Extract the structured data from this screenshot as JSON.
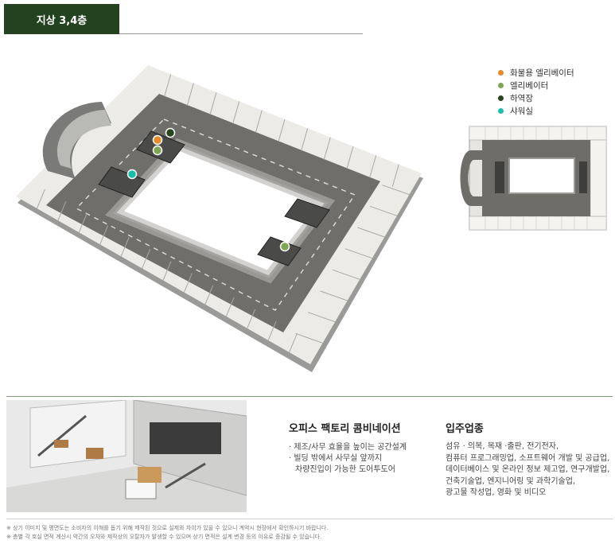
{
  "header": {
    "title": "지상 3,4층"
  },
  "legend": [
    {
      "label": "화물용 엘리베이터",
      "color": "#e98a2a"
    },
    {
      "label": "엘리베이터",
      "color": "#7fa653"
    },
    {
      "label": "하역장",
      "color": "#27451f"
    },
    {
      "label": "샤워실",
      "color": "#1bbfa8"
    }
  ],
  "section_office": {
    "title": "오피스 팩토리 콤비네이션",
    "bullets": [
      "· 제조/사무 효율을 높이는 공간설계",
      "· 빌딩 밖에서 사무실 앞까지"
    ],
    "bullet_continuation": "차량진입이 가능한 도어투도어"
  },
  "section_industries": {
    "title": "입주업종",
    "lines": [
      "섬유 · 의복, 목재 ·출판, 전기전자,",
      "컴퓨터 프로그래밍업, 소프트웨어 개발 및 공급업,",
      "데이터베이스 및 온라인 정보 제고업, 연구개발업,",
      "건축기술업, 엔지니어링 및 과학기술업,",
      "광고물 작성업, 영화 및 비디오"
    ]
  },
  "footer_notes": [
    "※ 상기 이미지 및 평면도는 소비자의 이해를 돕기 위해 제작된 것으로 실제와 차이가 있을 수 있으니 계약시 현장에서 확인하시기 바랍니다.",
    "※ 층별 각 호실 면적 계산시 약간의 오차와 제작상의 오탈자가 발생할 수 있으며 상기 면적은 설계 변경 등의 이유로 증감될 수 있습니다."
  ],
  "colors": {
    "header_bg": "#23421f",
    "freight_elevator": "#e98a2a",
    "elevator": "#7fa653",
    "loading_dock": "#27451f",
    "shower": "#1bbfa8"
  }
}
